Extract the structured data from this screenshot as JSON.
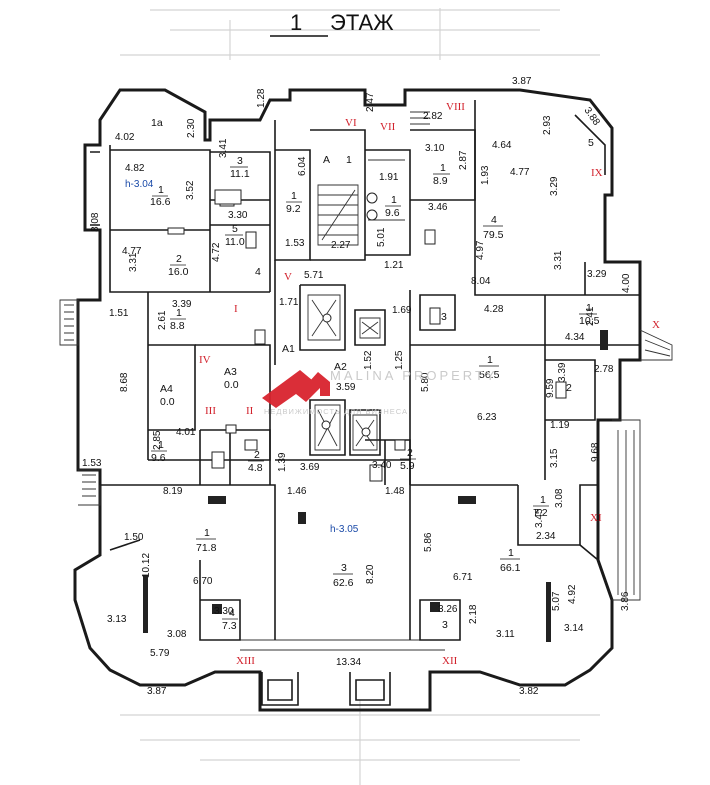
{
  "title": {
    "number": "1",
    "word": "ЭТАЖ"
  },
  "watermark": {
    "brand": "MALINA PROPERTY",
    "tagline": "НЕДВИЖИМОСТЬ ДЛЯ БИЗНЕСА",
    "logo_color": "#d9232e"
  },
  "colors": {
    "walls": "#1a1a1a",
    "roman_markers": "#d11f2a",
    "height_marks": "#1a4aa8"
  },
  "height_marks": [
    {
      "id": "north-west",
      "text": "h-3.04"
    },
    {
      "id": "center",
      "text": "h-3.05"
    }
  ],
  "rooms": [
    {
      "id": "1a",
      "name": "1а"
    },
    {
      "id": "nw-1",
      "num": "1",
      "area": "16.6"
    },
    {
      "id": "nw-2",
      "num": "2",
      "area": "16.0"
    },
    {
      "id": "nw-3",
      "num": "3",
      "area": "11.1"
    },
    {
      "id": "nw-5",
      "num": "5",
      "area": "11.0"
    },
    {
      "id": "nw-4",
      "num": "4"
    },
    {
      "id": "stair-1",
      "num": "1",
      "area": "9.2"
    },
    {
      "id": "lift-A",
      "num": "А"
    },
    {
      "id": "lift-1",
      "num": "1"
    },
    {
      "id": "stair-vii",
      "num": "1",
      "area": "9.6"
    },
    {
      "id": "ne-1",
      "num": "1",
      "area": "8.9"
    },
    {
      "id": "ne-4",
      "num": "4",
      "area": "79.5"
    },
    {
      "id": "ne-5",
      "num": "5"
    },
    {
      "id": "e-1",
      "num": "1",
      "area": "10.5"
    },
    {
      "id": "c-A1",
      "num": "А1"
    },
    {
      "id": "c-3",
      "num": "3"
    },
    {
      "id": "c-1",
      "num": "1",
      "area": "56.5"
    },
    {
      "id": "c-2",
      "num": "2"
    },
    {
      "id": "w-1",
      "num": "1",
      "area": "8.8"
    },
    {
      "id": "A3",
      "num": "А3",
      "area": "0.0"
    },
    {
      "id": "A4",
      "num": "А4",
      "area": "0.0"
    },
    {
      "id": "A2",
      "num": "А2"
    },
    {
      "id": "w-1b",
      "num": "1",
      "area": "9.6"
    },
    {
      "id": "w-2",
      "num": "2",
      "area": "4.8"
    },
    {
      "id": "c-2b",
      "num": "2",
      "area": "5.9"
    },
    {
      "id": "se-1",
      "num": "1",
      "area": "7.2"
    },
    {
      "id": "sw-1",
      "num": "1",
      "area": "71.8"
    },
    {
      "id": "s-3",
      "num": "3",
      "area": "62.6"
    },
    {
      "id": "se-big",
      "num": "1",
      "area": "66.1"
    },
    {
      "id": "sw-4",
      "num": "4",
      "area": "7.3"
    },
    {
      "id": "s-3b",
      "num": "3"
    }
  ],
  "dimensions": [
    "3.87",
    "1.28",
    "2.47",
    "2.82",
    "3.88",
    "4.02",
    "2.30",
    "3.41",
    "6.04",
    "3.10",
    "2.93",
    "4.64",
    "4.82",
    "2.87",
    "4.77",
    "1.91",
    "1.93",
    "3.52",
    "3.29",
    "8.08",
    "3.30",
    "5.01",
    "3.46",
    "4.77",
    "1.53",
    "2.27",
    "4.97",
    "4.72",
    "1.21",
    "3.31",
    "3.31",
    "3.29",
    "5.71",
    "8.04",
    "4.00",
    "1.51",
    "2.61",
    "3.39",
    "1.71",
    "1.69",
    "4.28",
    "2.41",
    "4.34",
    "3.59",
    "1.52",
    "1.25",
    "5.80",
    "3.39",
    "2.78",
    "8.68",
    "9.59",
    "6.23",
    "1.19",
    "2.85",
    "4.01",
    "1.39",
    "9.68",
    "3.15",
    "1.53",
    "3.69",
    "3.40",
    "1.46",
    "1.48",
    "3.08",
    "8.19",
    "3.45",
    "1.50",
    "5.86",
    "2.34",
    "10.12",
    "6.70",
    "8.20",
    "6.71",
    "5.07",
    "4.92",
    "3.86",
    "3.30",
    "3.26",
    "2.18",
    "3.13",
    "3.08",
    "3.11",
    "3.14",
    "5.79",
    "13.34",
    "3.87",
    "3.82"
  ],
  "markers": [
    "I",
    "II",
    "III",
    "IV",
    "V",
    "VI",
    "VII",
    "VIII",
    "IX",
    "X",
    "XI",
    "XII",
    "XIII"
  ]
}
